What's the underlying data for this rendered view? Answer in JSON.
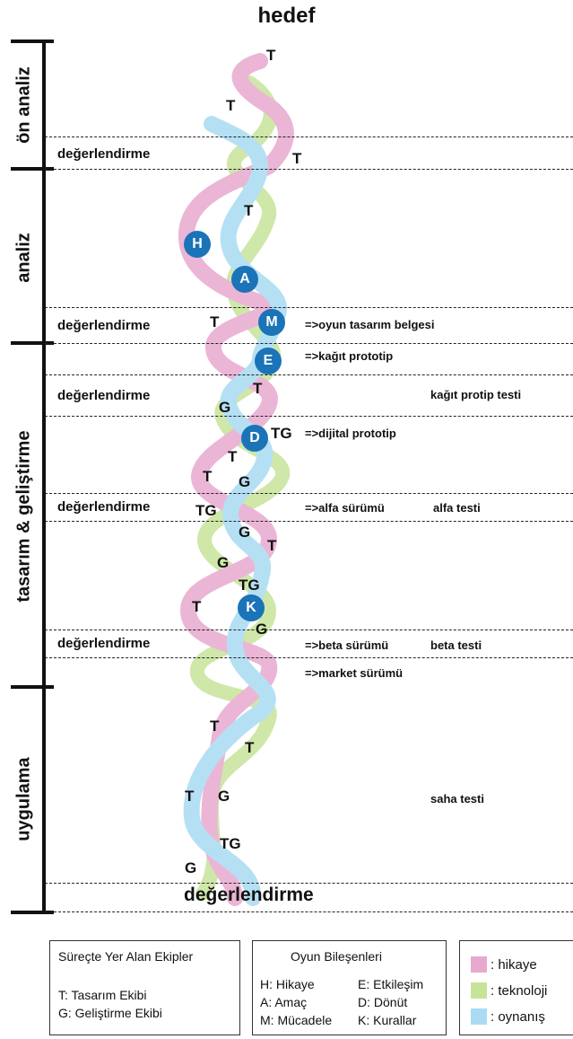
{
  "title": "hedef",
  "colors": {
    "hikaye": "#e8a9cf",
    "teknoloji": "#c7e39a",
    "oynanis": "#a9dbf3",
    "circle": "#1b73b8"
  },
  "phases": [
    "ön analiz",
    "analiz",
    "tasarım & geliştirme",
    "uygulama"
  ],
  "evaluation_label": "değerlendirme",
  "final_evaluation": "değerlendirme",
  "notes": {
    "design_doc": "=>oyun tasarım belgesi",
    "paper_proto": "=>kağıt prototip",
    "paper_test": "kağıt protip testi",
    "digital_proto": "=>dijital prototip",
    "alpha": "=>alfa sürümü",
    "alpha_test": "alfa testi",
    "beta": "=>beta sürümü",
    "beta_test": "beta testi",
    "market": "=>market sürümü",
    "field_test": "saha testi"
  },
  "components": {
    "H": "H",
    "A": "A",
    "M": "M",
    "E": "E",
    "D": "D",
    "K": "K"
  },
  "team_marks": {
    "T": "T",
    "G": "G",
    "TG": "TG"
  },
  "legend_teams": {
    "title": "Süreçte Yer Alan Ekipler",
    "items": [
      "T: Tasarım Ekibi",
      "G: Geliştirme Ekibi"
    ]
  },
  "legend_components": {
    "title": "Oyun Bileşenleri",
    "items": [
      "H: Hikaye",
      "E: Etkileşim",
      "A: Amaç",
      "D: Dönüt",
      "M: Mücadele",
      "K: Kurallar"
    ]
  },
  "legend_colors": {
    "items": [
      ": hikaye",
      ": teknoloji",
      ": oynanış"
    ]
  }
}
